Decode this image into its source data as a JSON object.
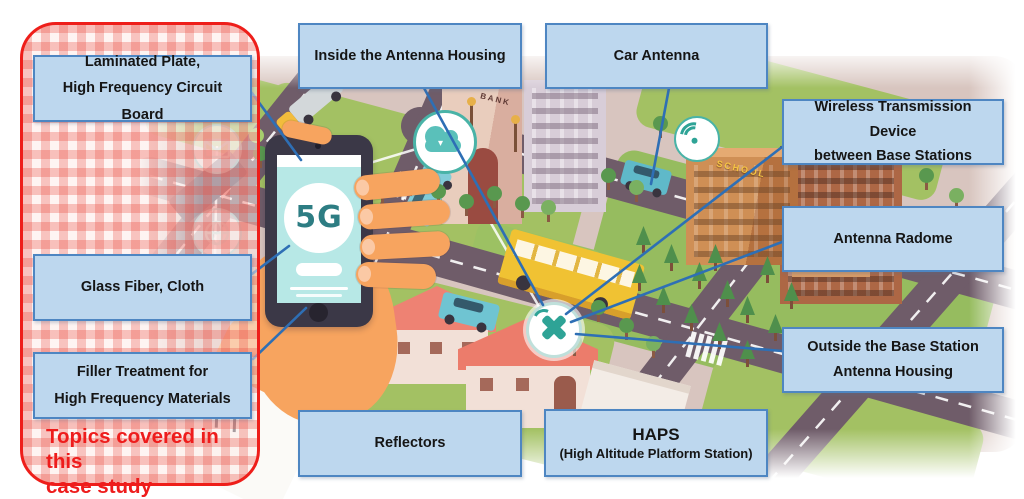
{
  "panel": {
    "caption": "Topics covered in this\ncase study",
    "border_color": "#ee1e1a",
    "caption_color": "#ee1c1c",
    "boxes": [
      {
        "label": "Laminated Plate,\nHigh Frequency Circuit Board"
      },
      {
        "label": "Glass Fiber, Cloth"
      },
      {
        "label": "Filler Treatment for\nHigh Frequency Materials"
      }
    ]
  },
  "callouts": {
    "fill_color": "#bdd7ee",
    "border_color": "#4e86c2",
    "leader_line_color": "#2e6fb5",
    "items": [
      {
        "label": "Inside the Antenna Housing"
      },
      {
        "label": "Car Antenna"
      },
      {
        "label": "Wireless Transmission Device\nbetween Base Stations"
      },
      {
        "label": "Antenna Radome"
      },
      {
        "label": "Outside the Base Station\nAntenna Housing"
      },
      {
        "label": "Reflectors"
      }
    ],
    "haps": {
      "title": "HAPS",
      "subtitle": "(High Altitude Platform Station)"
    }
  },
  "scene": {
    "phone_screen_text": "5G",
    "bank_sign": "BANK",
    "school_sign": "SCHOOL",
    "icon_color": "#2ea396",
    "icons": [
      {
        "name": "cloud-icon"
      },
      {
        "name": "wifi-icon"
      },
      {
        "name": "base-station-antenna-icon"
      },
      {
        "name": "mail-icon"
      },
      {
        "name": "globe-icon"
      }
    ]
  }
}
